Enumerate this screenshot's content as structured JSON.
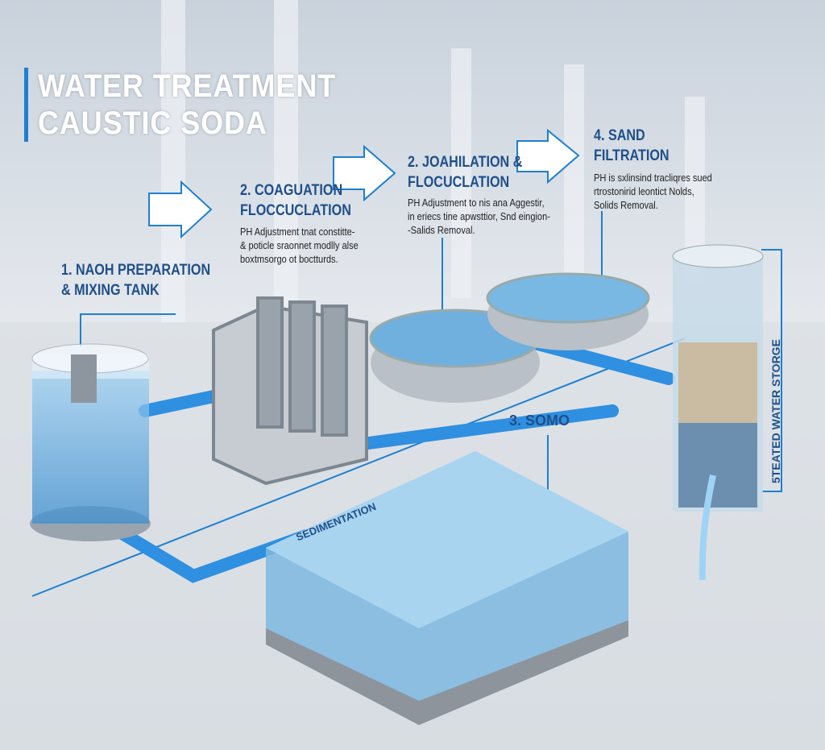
{
  "title": {
    "line1": "WATER TREATMENT",
    "line2": "CAUSTIC SODA"
  },
  "steps": [
    {
      "title1": "1. NAOH PREPARATION",
      "title2": "& MIXING TANK"
    },
    {
      "title1": "2. COAGUATION",
      "title2": "FLOCCUCLATION",
      "desc": [
        "PH Adjustment tnat constitte-",
        "& poticle sraonnet modlly alse",
        "boxtmsorgo ot boctturds."
      ]
    },
    {
      "title1": "2. JOAHILATION &",
      "title2": "FLOCUCLATION",
      "desc": [
        "PH Adjustment to nis ana Aggestir,",
        "in eriecs tine apwsttior, Snd eingion-",
        "-Salids Removal."
      ]
    },
    {
      "title1": "4. SAND",
      "title2": "FILTRATION",
      "desc": [
        "PH is sxlinsind tracliqres sued",
        "rtrostonirid leontict Nolds,",
        "Solids Removal."
      ]
    }
  ],
  "labels": {
    "somo": "3. SOMO",
    "sedimentation": "SEDIMENTATION",
    "storage": "5TEATED WATER STORGE"
  },
  "colors": {
    "accent": "#1e7fd0",
    "pipe": "#2f8fe0",
    "title": "#1f4f8a"
  }
}
